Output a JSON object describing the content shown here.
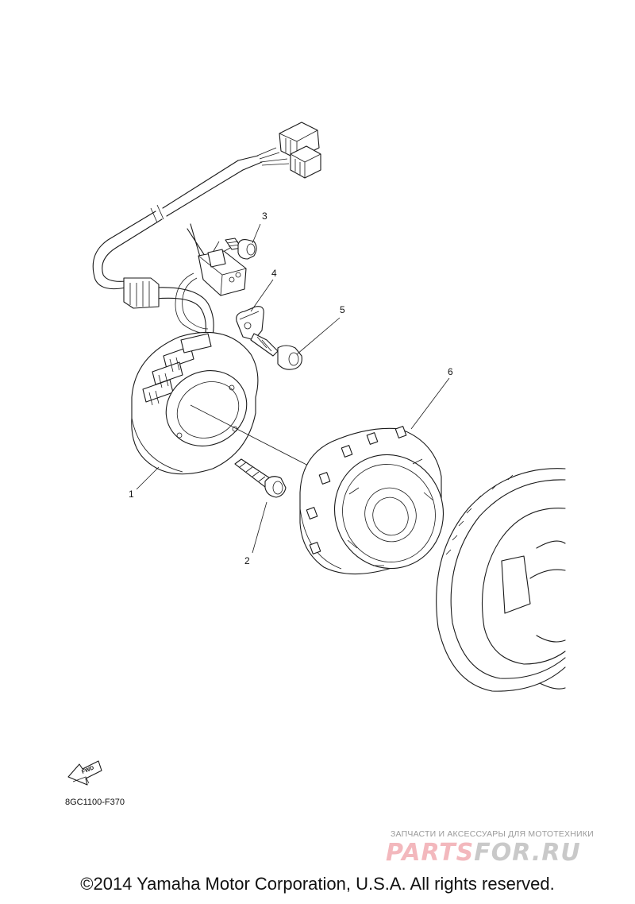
{
  "diagram": {
    "callouts": [
      "1",
      "2",
      "3",
      "4",
      "5",
      "6"
    ],
    "fwd_label": "FWD",
    "code": "8GC1100-F370"
  },
  "watermark": {
    "tagline": "ЗАПЧАСТИ И АКСЕССУАРЫ ДЛЯ МОТОТЕХНИКИ",
    "logo_part1": "PARTS",
    "logo_part2": "FOR.RU",
    "primary_color": "#f3b8bd",
    "secondary_color": "#c9c9c9"
  },
  "copyright": "©2014 Yamaha Motor Corporation, U.S.A. All rights reserved."
}
